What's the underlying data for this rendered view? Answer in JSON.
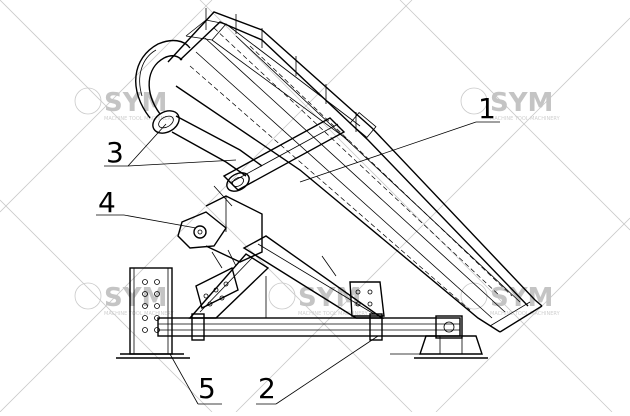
{
  "drawing": {
    "callouts": [
      "1",
      "2",
      "3",
      "4",
      "5"
    ]
  },
  "watermark": {
    "brand": "SYM",
    "tagline": "MACHINE TOOL MACHINERY"
  }
}
